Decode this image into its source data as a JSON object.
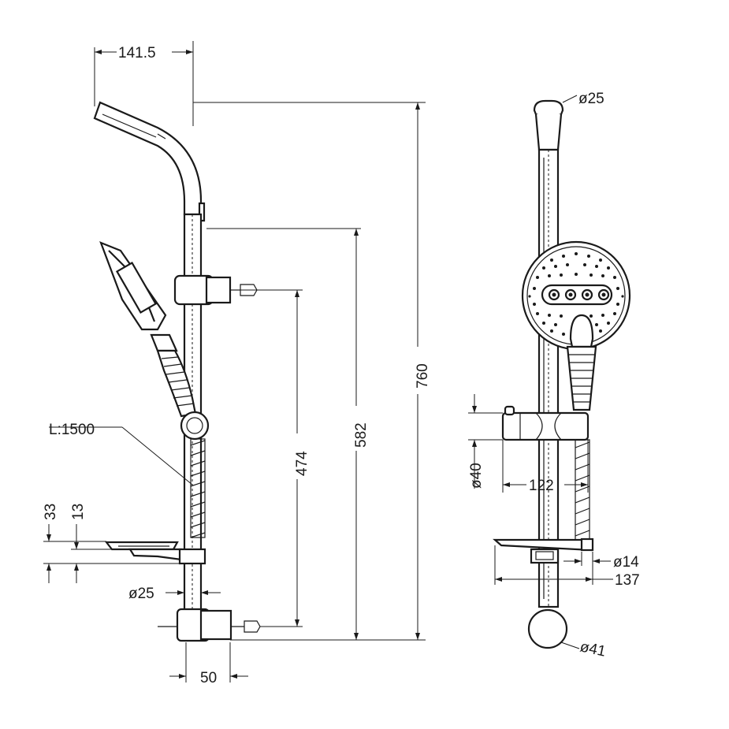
{
  "side_view": {
    "dim_top_offset": "141.5",
    "dim_total_height": "760",
    "dim_bracket_span": "582",
    "dim_slide_range": "474",
    "hose_label": "L:1500",
    "dim_dish_33": "33",
    "dim_dish_13": "13",
    "dim_rail_dia": "ø25",
    "dim_wall_offset": "50"
  },
  "front_view": {
    "dim_top_dia": "ø25",
    "dim_holder_height": "ø40",
    "dim_holder_width": "122",
    "dim_hose_dia": "ø14",
    "dim_dish_width": "137",
    "dim_knob_dia": "ø41"
  }
}
